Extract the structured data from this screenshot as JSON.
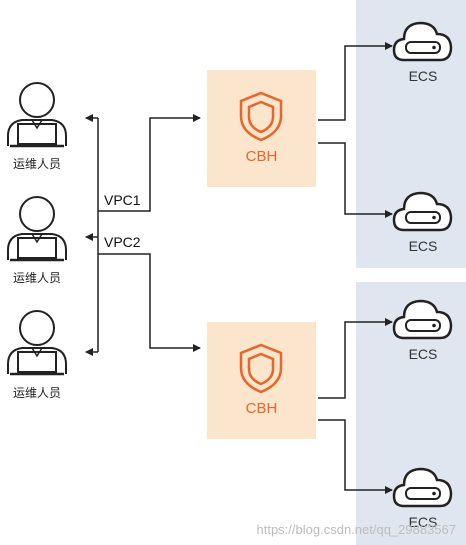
{
  "personnel": [
    {
      "label": "运维人员"
    },
    {
      "label": "运维人员"
    },
    {
      "label": "运维人员"
    }
  ],
  "vpcs": [
    {
      "label": "VPC1"
    },
    {
      "label": "VPC2"
    }
  ],
  "cbh": [
    {
      "label": "CBH"
    },
    {
      "label": "CBH"
    }
  ],
  "ecs": [
    {
      "label": "ECS"
    },
    {
      "label": "ECS"
    },
    {
      "label": "ECS"
    },
    {
      "label": "ECS"
    }
  ],
  "watermark": "https://blog.csdn.net/qq_29883567",
  "colors": {
    "region_bg": "#dfe6f0",
    "cbh_bg": "#fbe5cc",
    "cbh_accent": "#e8662a",
    "line": "#222222"
  }
}
